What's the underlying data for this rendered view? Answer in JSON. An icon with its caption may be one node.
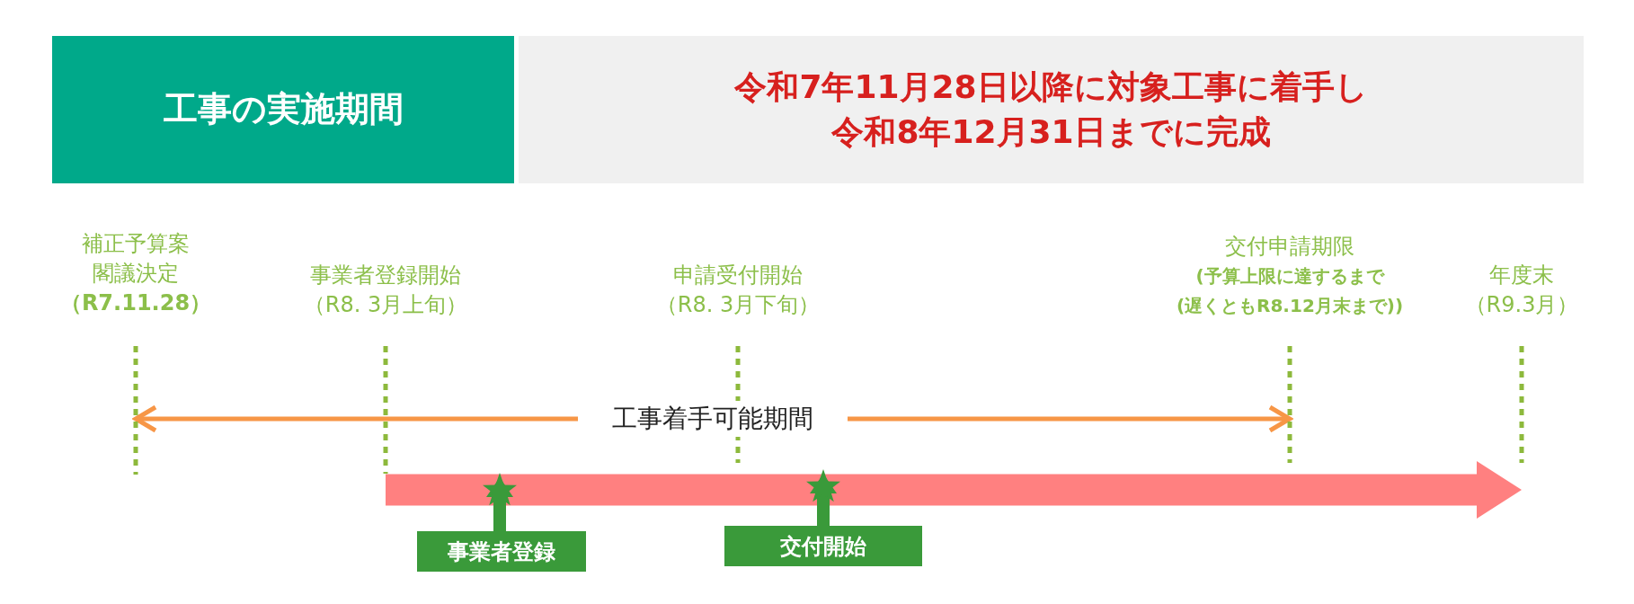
{
  "diagram": {
    "nodes": [
      {
        "text": [
          "工事の実施期間"
        ]
      },
      {
        "text": [
          "令和7年11月28日以降に対象工事に着手し令和8年12月31日までに完成"
        ]
      },
      {
        "text": [
          "補正予算案閣議決定",
          "（R7.11.28）"
        ]
      },
      {
        "text": [
          "事業者登録開始",
          "（R8. 3月上旬）"
        ]
      },
      {
        "text": [
          "申請受付開始",
          "（R8. 3月下旬）"
        ]
      },
      {
        "text": [
          "交付申請期限",
          "(予算上限に達するまで(遅くともR8.12月末まで))"
        ]
      },
      {
        "text": [
          "年度末",
          "（R9.3月）"
        ]
      },
      {
        "text": [],
        "shape": "star"
      },
      {
        "text": [],
        "shape": "star"
      },
      {
        "text": [
          "事業者登録"
        ]
      },
      {
        "text": [
          "交付開始"
        ]
      }
    ],
    "edges": [
      {
        "from": 2,
        "to": 5,
        "arrow": "both",
        "label": "工事着手可能期間",
        "color": "#f79646"
      },
      {
        "from": 3,
        "to": 6,
        "arrow": "to",
        "style": "thick",
        "color": "#ff8080"
      },
      {
        "from": 9,
        "to": 7,
        "arrow": "to",
        "color": "#3a9a3a"
      },
      {
        "from": 10,
        "to": 8,
        "arrow": "to",
        "color": "#3a9a3a"
      }
    ]
  }
}
